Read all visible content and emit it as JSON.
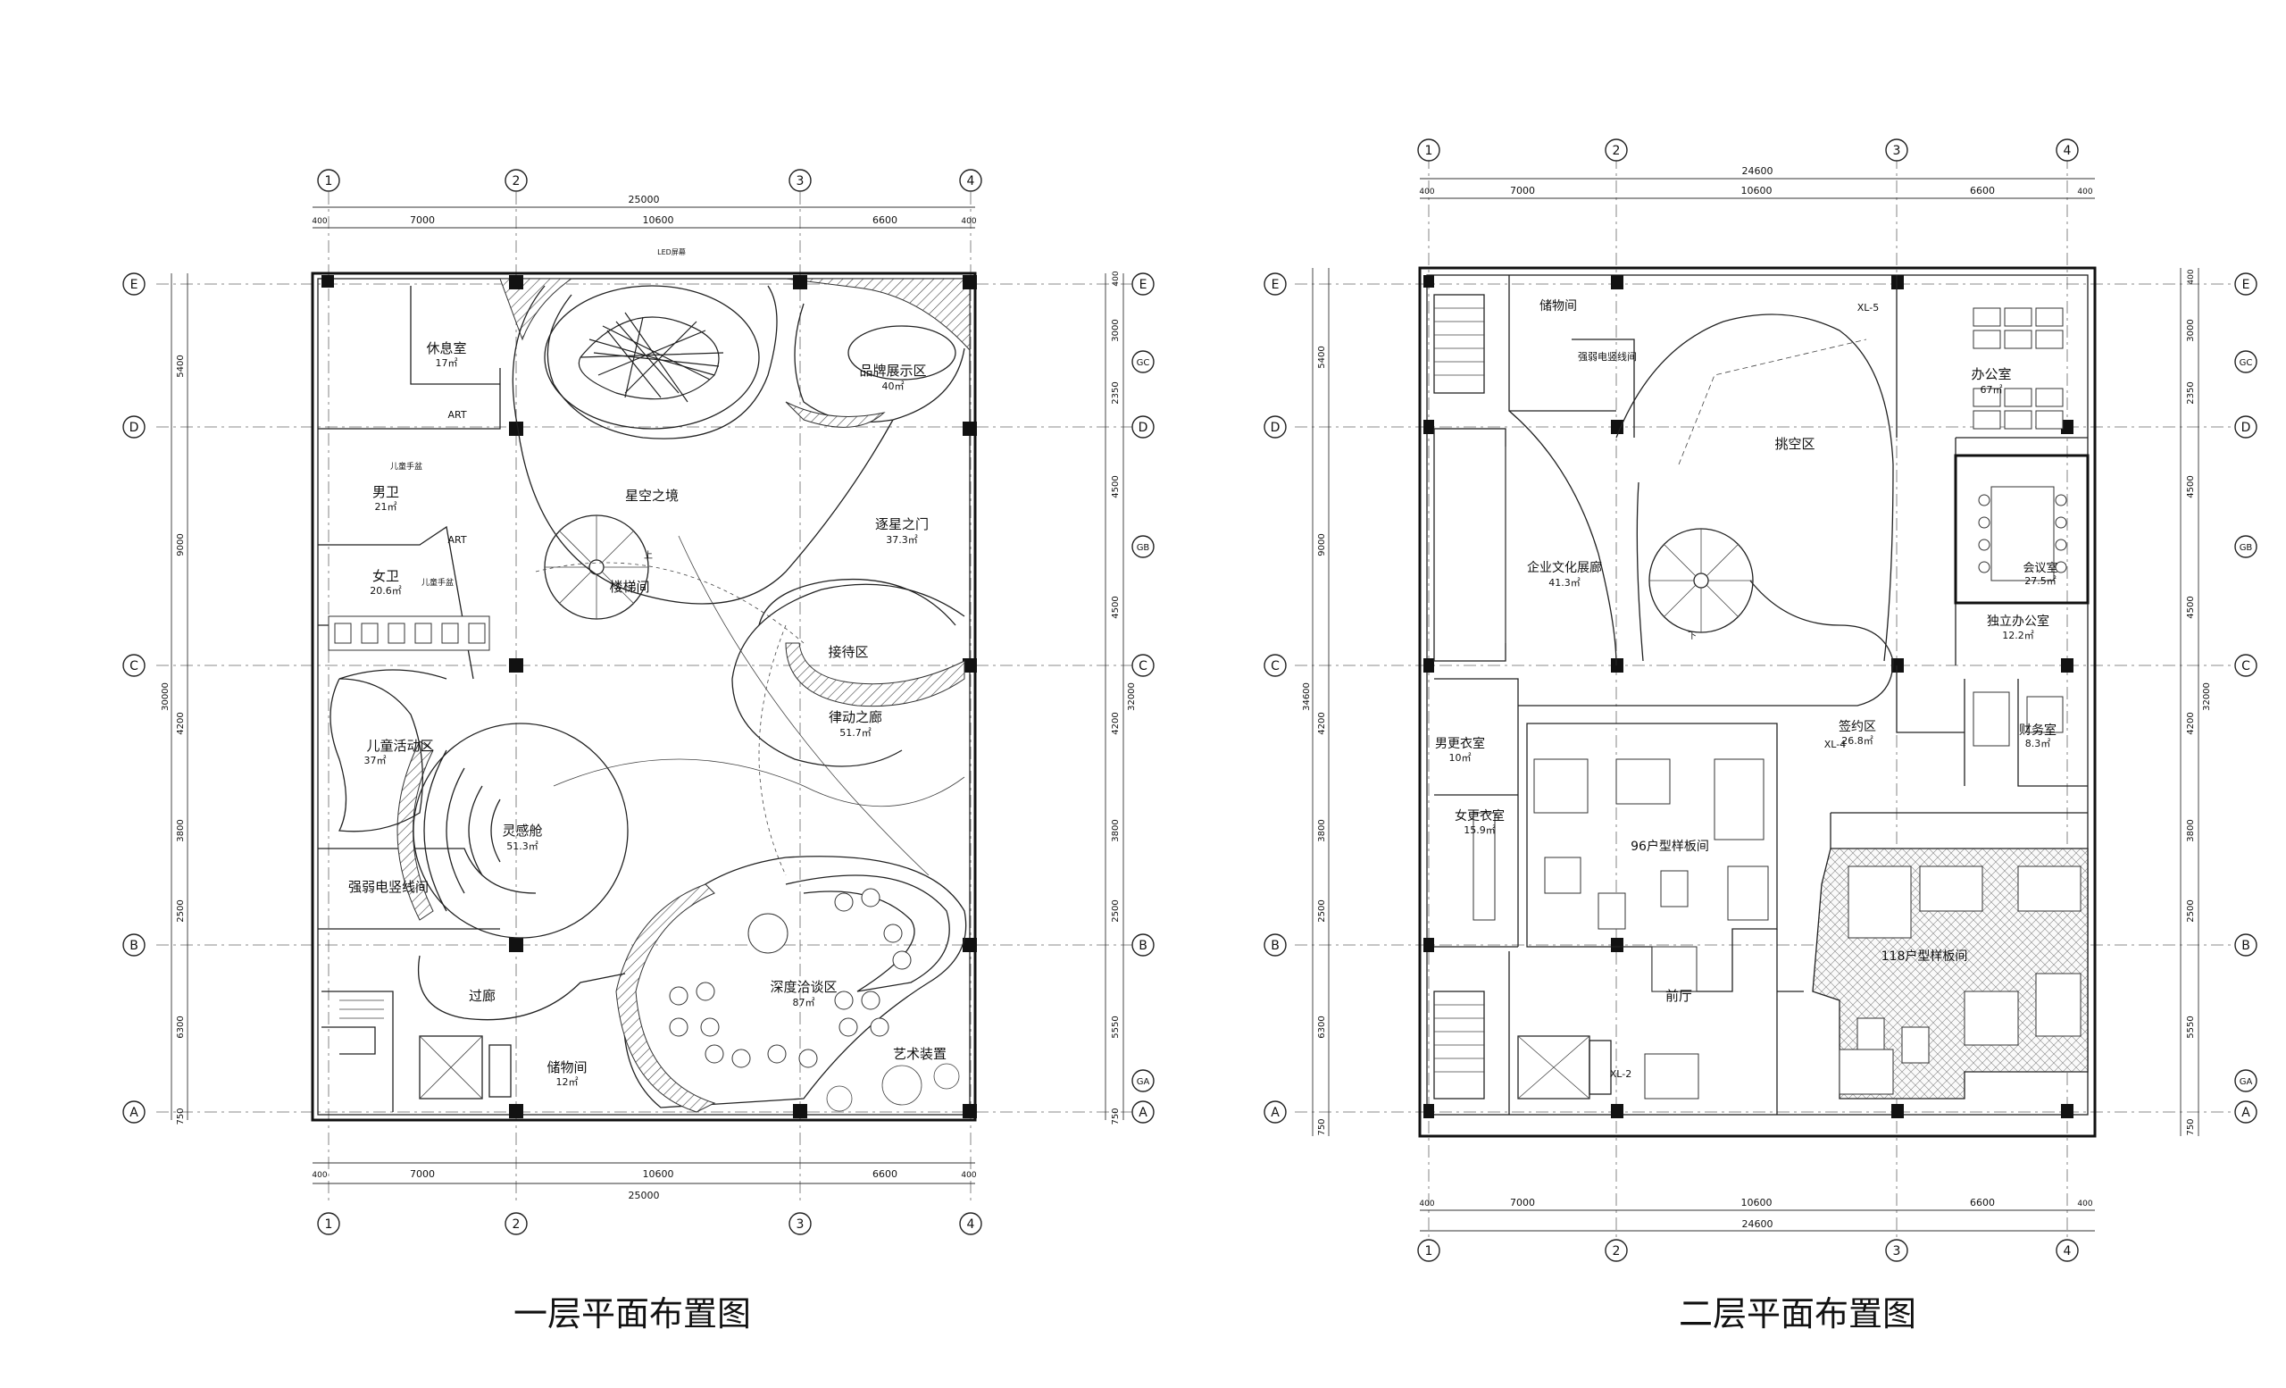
{
  "captions": {
    "floor1": "一层平面布置图",
    "floor2": "二层平面布置图"
  },
  "axes": {
    "cols": [
      "1",
      "2",
      "3",
      "4"
    ],
    "rows": [
      "E",
      "GC",
      "D",
      "GB",
      "C",
      "B",
      "GA",
      "A"
    ]
  },
  "floor1": {
    "dims_top": [
      "25000",
      "400",
      "7000",
      "10600",
      "6600",
      "400"
    ],
    "dims_bottom": [
      "400",
      "7000",
      "10600",
      "6600",
      "400",
      "25000"
    ],
    "dims_left": [
      "5400",
      "9000",
      "30000",
      "4200",
      "3800",
      "2500",
      "6300",
      "750"
    ],
    "dims_right": [
      "400",
      "3000",
      "2350",
      "4500",
      "4500",
      "32000",
      "4200",
      "3800",
      "2500",
      "5550",
      "750"
    ],
    "rooms": [
      {
        "name": "休息室",
        "area": "17㎡"
      },
      {
        "name": "男卫",
        "area": "21㎡"
      },
      {
        "name": "女卫",
        "area": "20.6㎡"
      },
      {
        "name": "儿童活动区",
        "area": "37㎡"
      },
      {
        "name": "强弱电竖线间",
        "area": ""
      },
      {
        "name": "灵感舱",
        "area": "51.3㎡"
      },
      {
        "name": "过廊",
        "area": ""
      },
      {
        "name": "储物间",
        "area": "12㎡"
      },
      {
        "name": "深度洽谈区",
        "area": "87㎡"
      },
      {
        "name": "艺术装置",
        "area": ""
      },
      {
        "name": "星空之境",
        "area": ""
      },
      {
        "name": "楼梯间",
        "area": ""
      },
      {
        "name": "品牌展示区",
        "area": "40㎡"
      },
      {
        "name": "逐星之门",
        "area": "37.3㎡"
      },
      {
        "name": "接待区",
        "area": ""
      },
      {
        "name": "律动之廊",
        "area": "51.7㎡"
      }
    ],
    "labels": {
      "art1": "ART",
      "art2": "ART",
      "kids_wash1": "儿童手盆",
      "kids_wash2": "儿童手盆",
      "led": "LED屏幕",
      "up": "上"
    }
  },
  "floor2": {
    "dims_top": [
      "24600",
      "400",
      "7000",
      "10600",
      "6600",
      "400"
    ],
    "dims_bottom": [
      "400",
      "7000",
      "10600",
      "6600",
      "400",
      "24600"
    ],
    "dims_left": [
      "5400",
      "9000",
      "34600",
      "4200",
      "3800",
      "2500",
      "6300",
      "750"
    ],
    "dims_right": [
      "400",
      "3000",
      "2350",
      "4500",
      "4500",
      "32000",
      "4200",
      "3800",
      "2500",
      "5550",
      "750"
    ],
    "rooms": [
      {
        "name": "储物间",
        "area": ""
      },
      {
        "name": "强弱电竖线间",
        "area": ""
      },
      {
        "name": "挑空区",
        "area": ""
      },
      {
        "name": "办公室",
        "area": "67㎡"
      },
      {
        "name": "会议室",
        "area": "27.5㎡"
      },
      {
        "name": "独立办公室",
        "area": "12.2㎡"
      },
      {
        "name": "企业文化展廊",
        "area": "41.3㎡"
      },
      {
        "name": "签约区",
        "area": "26.8㎡"
      },
      {
        "name": "财务室",
        "area": "8.3㎡"
      },
      {
        "name": "男更衣室",
        "area": "10㎡"
      },
      {
        "name": "女更衣室",
        "area": "15.9㎡"
      },
      {
        "name": "96户型样板间",
        "area": ""
      },
      {
        "name": "118户型样板间",
        "area": ""
      },
      {
        "name": "前厅",
        "area": ""
      }
    ],
    "labels": {
      "xl5": "XL-5",
      "xl4": "XL-4",
      "xl2": "XL-2",
      "down": "下"
    }
  }
}
